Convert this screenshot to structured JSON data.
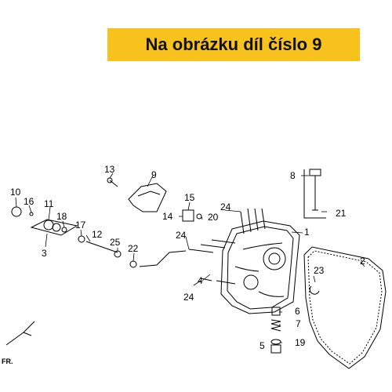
{
  "banner": {
    "text": "Na obrázku díl číslo 9"
  },
  "direction": {
    "label": "FR."
  },
  "callouts": [
    "1",
    "2",
    "3",
    "4",
    "5",
    "6",
    "7",
    "8",
    "9",
    "10",
    "11",
    "12",
    "13",
    "14",
    "15",
    "16",
    "17",
    "18",
    "19",
    "20",
    "21",
    "22",
    "23",
    "24",
    "25"
  ]
}
